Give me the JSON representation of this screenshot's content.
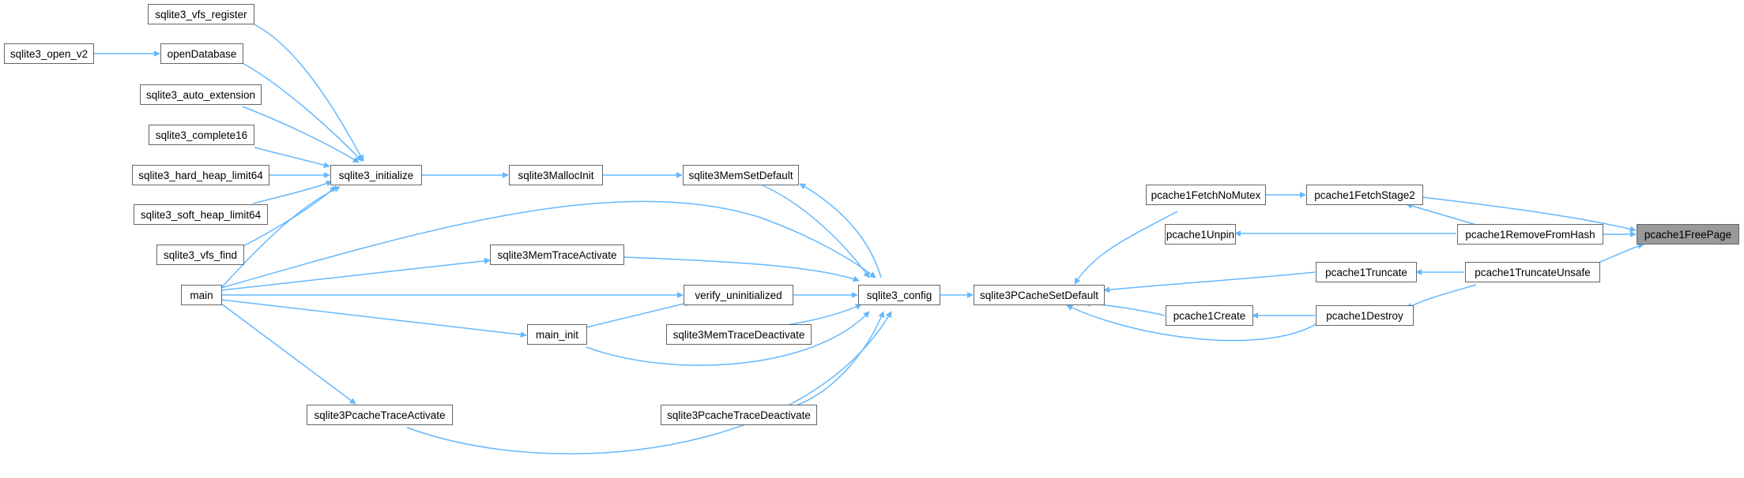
{
  "colors": {
    "edge": "#63b8ff",
    "node_border": "#666666",
    "root_fill": "#999999",
    "node_fill": "#ffffff"
  },
  "nodes": {
    "sqlite3_vfs_register": "sqlite3_vfs_register",
    "sqlite3_open_v2": "sqlite3_open_v2",
    "openDatabase": "openDatabase",
    "sqlite3_auto_extension": "sqlite3_auto_extension",
    "sqlite3_complete16": "sqlite3_complete16",
    "sqlite3_hard_heap_limit64": "sqlite3_hard_heap_limit64",
    "sqlite3_soft_heap_limit64": "sqlite3_soft_heap_limit64",
    "sqlite3_vfs_find": "sqlite3_vfs_find",
    "main": "main",
    "sqlite3PcacheTraceActivate": "sqlite3PcacheTraceActivate",
    "sqlite3_initialize": "sqlite3_initialize",
    "sqlite3MallocInit": "sqlite3MallocInit",
    "sqlite3MemSetDefault": "sqlite3MemSetDefault",
    "sqlite3MemTraceActivate": "sqlite3MemTraceActivate",
    "verify_uninitialized": "verify_uninitialized",
    "main_init": "main_init",
    "sqlite3MemTraceDeactivate": "sqlite3MemTraceDeactivate",
    "sqlite3PcacheTraceDeactivate": "sqlite3PcacheTraceDeactivate",
    "sqlite3_config": "sqlite3_config",
    "sqlite3PCacheSetDefault": "sqlite3PCacheSetDefault",
    "pcache1Unpin": "pcache1Unpin",
    "pcache1Create": "pcache1Create",
    "pcache1FetchNoMutex": "pcache1FetchNoMutex",
    "pcache1FetchStage2": "pcache1FetchStage2",
    "pcache1Truncate": "pcache1Truncate",
    "pcache1Destroy": "pcache1Destroy",
    "pcache1RemoveFromHash": "pcache1RemoveFromHash",
    "pcache1TruncateUnsafe": "pcache1TruncateUnsafe",
    "pcache1FreePage": "pcache1FreePage"
  }
}
